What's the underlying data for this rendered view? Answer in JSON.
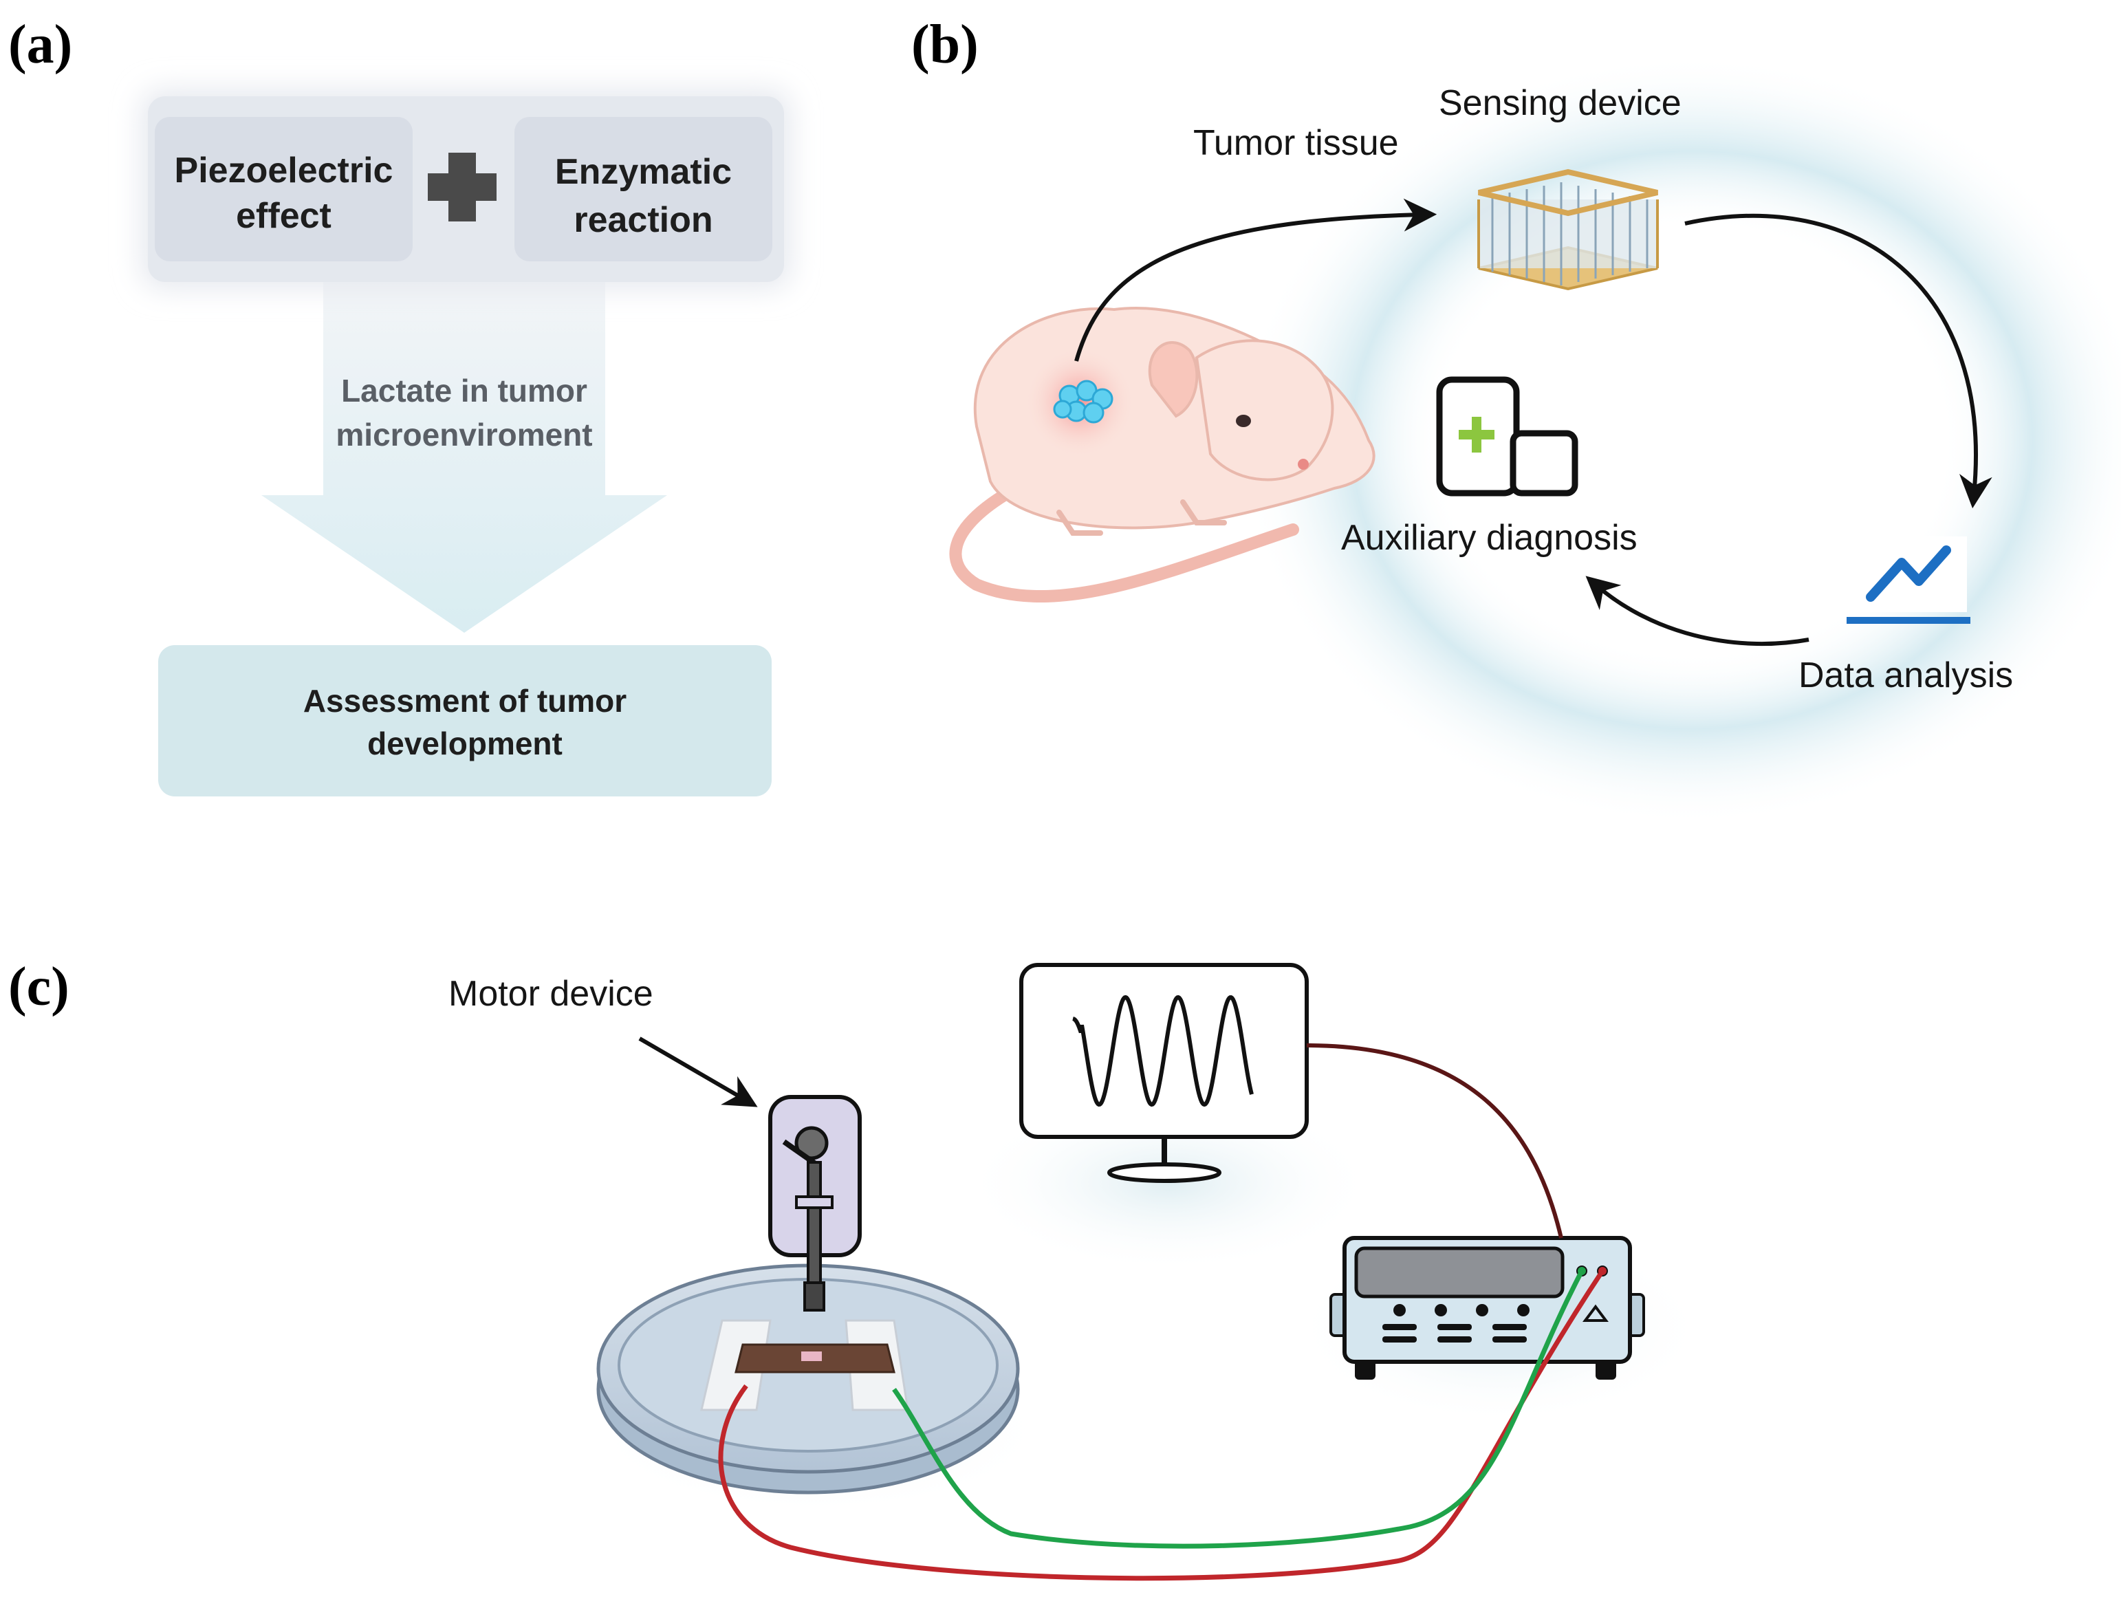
{
  "panels": {
    "a": {
      "letter": "(a)",
      "box_left_line1": "Piezoelectric",
      "box_left_line2": "effect",
      "box_right_line1": "Enzymatic",
      "box_right_line2": "reaction",
      "arrow_line1": "Lactate in tumor",
      "arrow_line2": "microenviroment",
      "result_line1": "Assessment of tumor",
      "result_line2": "development"
    },
    "b": {
      "letter": "(b)",
      "tumor_tissue": "Tumor tissue",
      "sensing_device": "Sensing device",
      "data_analysis": "Data analysis",
      "auxiliary_diagnosis": "Auxiliary diagnosis"
    },
    "c": {
      "letter": "(c)",
      "motor_device": "Motor device"
    }
  },
  "colors": {
    "box_gray": "#d8dde6",
    "box_outer": "#e6e9ef",
    "result_box": "#d4e8ec",
    "arrow_blue": "#d9ecf1",
    "plus_sign": "#4a4a4a",
    "glow": "#cfe8ef",
    "chart_icon": "#1d6fc3",
    "diagnosis_plus": "#8cc63f",
    "wire_red": "#c0262b",
    "wire_green": "#1fa34a",
    "wire_dark": "#5a1616",
    "mouse_body": "#fbe3dc",
    "tumor_cells": "#5fd0f0",
    "instrument_body": "#d5e6ef"
  },
  "icons": [
    "plus-icon",
    "mouse-illustration",
    "sensing-device-icon",
    "chart-icon",
    "diagnosis-icon",
    "motor-device-icon",
    "petri-dish-icon",
    "monitor-icon",
    "sine-wave-icon",
    "electrochemical-workstation-icon"
  ]
}
